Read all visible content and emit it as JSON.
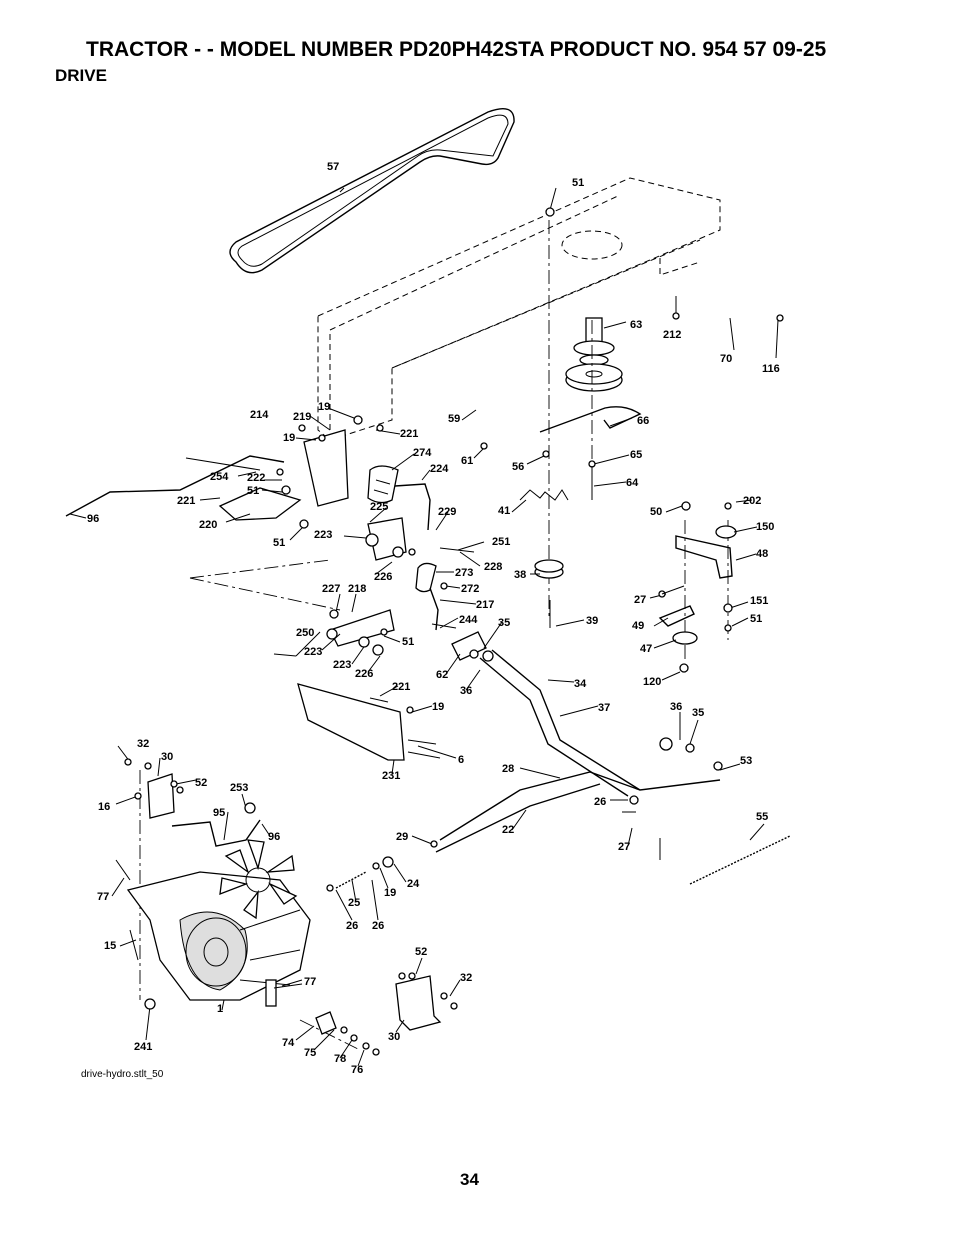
{
  "header": {
    "title": "TRACTOR - - MODEL NUMBER PD20PH42STA PRODUCT NO. 954 57 09-25",
    "section": "DRIVE"
  },
  "footer": {
    "drawing_id": "drive-hydro.stlt_50",
    "page_number": "34"
  },
  "part_numbers": [
    "57",
    "51",
    "63",
    "212",
    "70",
    "116",
    "66",
    "59",
    "65",
    "64",
    "61",
    "56",
    "41",
    "50",
    "202",
    "150",
    "48",
    "38",
    "39",
    "27",
    "151",
    "49",
    "51",
    "47",
    "120",
    "19",
    "221",
    "219",
    "19",
    "274",
    "224",
    "214",
    "254",
    "222",
    "51",
    "221",
    "220",
    "96",
    "51",
    "225",
    "229",
    "251",
    "223",
    "228",
    "226",
    "273",
    "272",
    "227",
    "218",
    "217",
    "244",
    "35",
    "250",
    "51",
    "223",
    "223",
    "226",
    "62",
    "36",
    "34",
    "37",
    "36",
    "35",
    "221",
    "19",
    "6",
    "231",
    "53",
    "28",
    "26",
    "55",
    "22",
    "27",
    "32",
    "30",
    "52",
    "16",
    "253",
    "95",
    "96",
    "29",
    "24",
    "19",
    "25",
    "26",
    "26",
    "77",
    "15",
    "52",
    "32",
    "77",
    "1",
    "30",
    "74",
    "75",
    "78",
    "76",
    "241"
  ]
}
